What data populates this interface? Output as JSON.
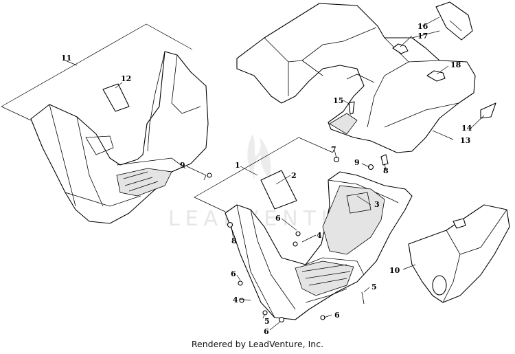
{
  "footer": {
    "text": "Rendered by LeadVenture, Inc."
  },
  "watermark": {
    "text": "LEADVENTURE"
  },
  "callouts": {
    "c1": "1",
    "c2": "2",
    "c3": "3",
    "c4": "4",
    "c5a": "5",
    "c5b": "5",
    "c6a": "6",
    "c6b": "6",
    "c6c": "6",
    "c6d": "6",
    "c7": "7",
    "c8a": "8",
    "c8b": "8",
    "c9a": "9",
    "c9b": "9",
    "c10": "10",
    "c11": "11",
    "c12": "12",
    "c13": "13",
    "c14": "14",
    "c15": "15",
    "c16": "16",
    "c17": "17",
    "c18": "18"
  }
}
